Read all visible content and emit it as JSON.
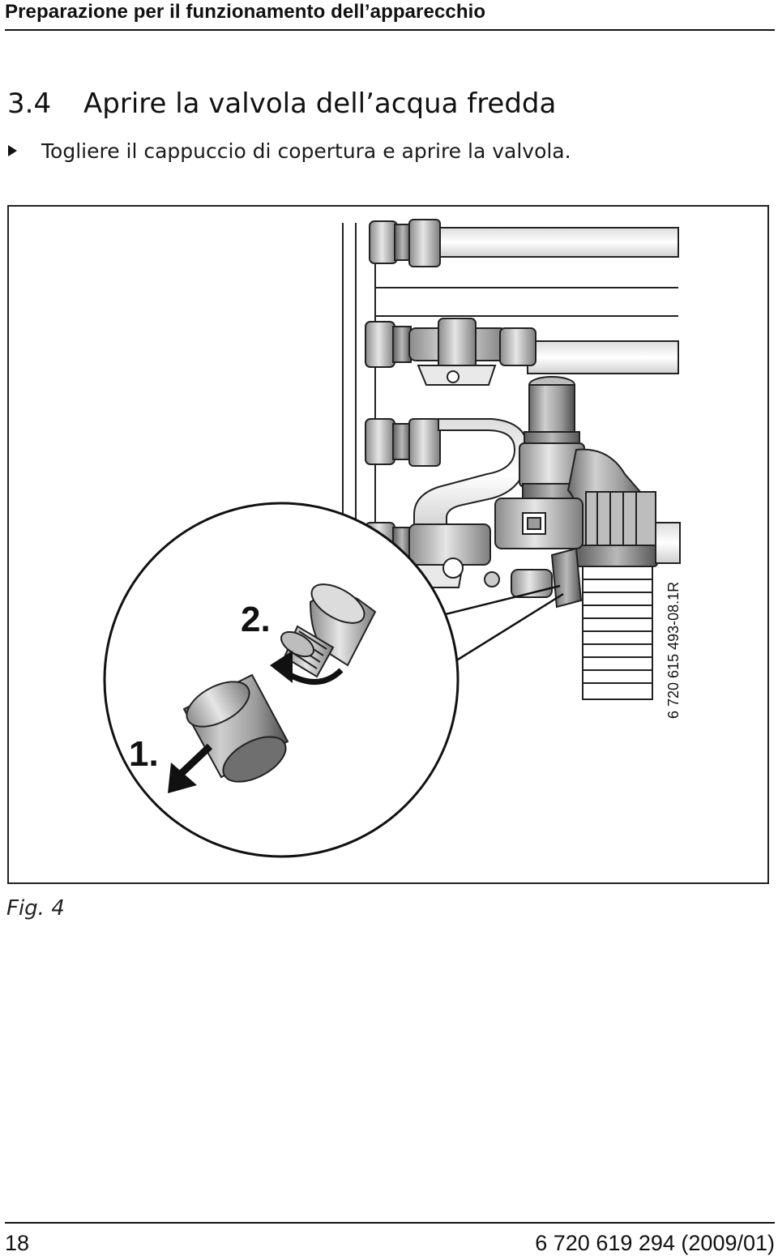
{
  "header": {
    "running_title": "Preparazione per il funzionamento dell’apparecchio"
  },
  "section": {
    "number": "3.4",
    "title": "Aprire la valvola dell’acqua fredda"
  },
  "instruction": {
    "bullet_icon": "triangle-bullet-icon",
    "text": "Togliere il cappuccio di copertura e aprire la valvola."
  },
  "figure": {
    "step_labels": [
      "1.",
      "2."
    ],
    "drawing_code": "6 720 615 493-08.1R",
    "caption": "Fig. 4"
  },
  "footer": {
    "page_number": "18",
    "document_code": "6 720 619 294 (2009/01)"
  }
}
